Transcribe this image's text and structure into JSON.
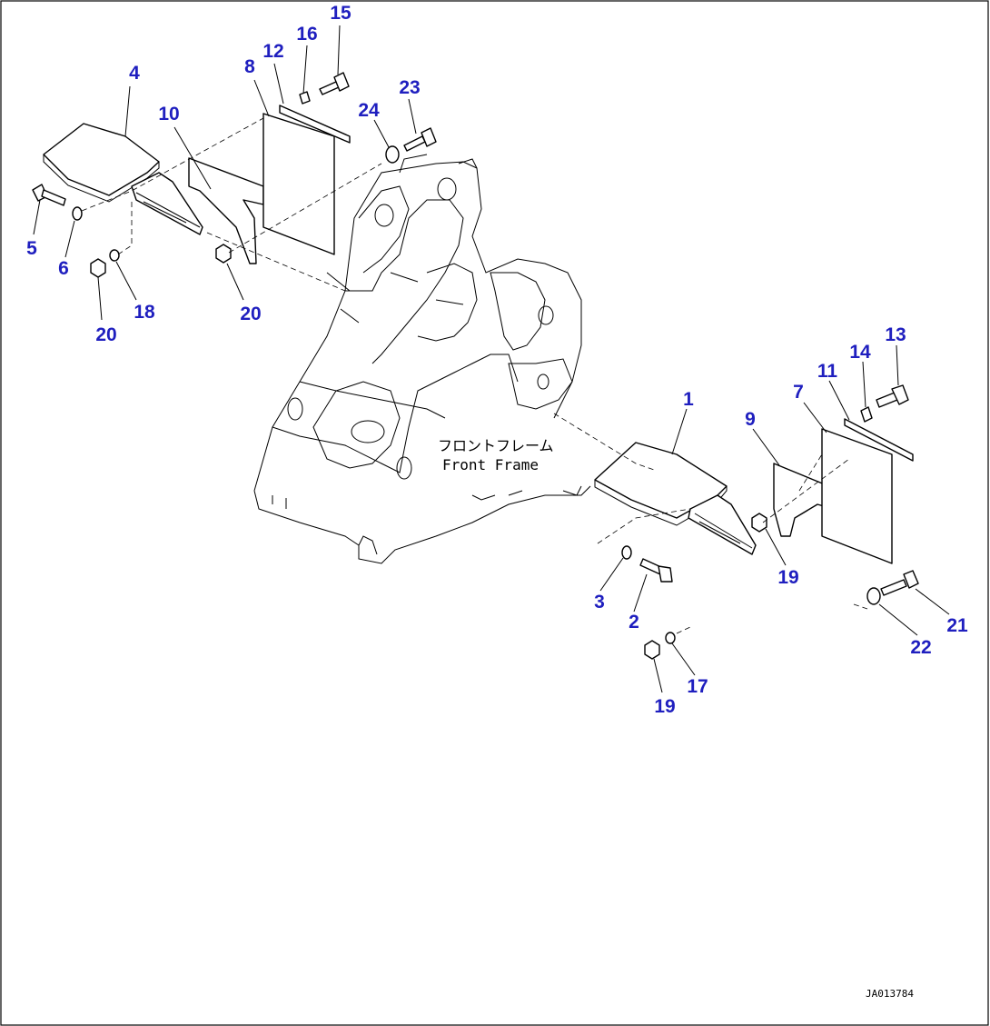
{
  "colors": {
    "callout": "#1f1fbf",
    "line": "#000000",
    "background": "#ffffff"
  },
  "frame_caption": {
    "japanese": "フロントフレーム",
    "english": "Front Frame"
  },
  "drawing_id": "JA013784",
  "callouts": [
    {
      "id": "c1",
      "label": "1"
    },
    {
      "id": "c2",
      "label": "2"
    },
    {
      "id": "c3",
      "label": "3"
    },
    {
      "id": "c4",
      "label": "4"
    },
    {
      "id": "c5",
      "label": "5"
    },
    {
      "id": "c6",
      "label": "6"
    },
    {
      "id": "c7",
      "label": "7"
    },
    {
      "id": "c8",
      "label": "8"
    },
    {
      "id": "c9",
      "label": "9"
    },
    {
      "id": "c10",
      "label": "10"
    },
    {
      "id": "c11",
      "label": "11"
    },
    {
      "id": "c12",
      "label": "12"
    },
    {
      "id": "c13",
      "label": "13"
    },
    {
      "id": "c14",
      "label": "14"
    },
    {
      "id": "c15",
      "label": "15"
    },
    {
      "id": "c16",
      "label": "16"
    },
    {
      "id": "c17",
      "label": "17"
    },
    {
      "id": "c18",
      "label": "18"
    },
    {
      "id": "c19a",
      "label": "19"
    },
    {
      "id": "c19b",
      "label": "19"
    },
    {
      "id": "c20a",
      "label": "20"
    },
    {
      "id": "c20b",
      "label": "20"
    },
    {
      "id": "c21",
      "label": "21"
    },
    {
      "id": "c22",
      "label": "22"
    },
    {
      "id": "c23",
      "label": "23"
    },
    {
      "id": "c24",
      "label": "24"
    }
  ]
}
